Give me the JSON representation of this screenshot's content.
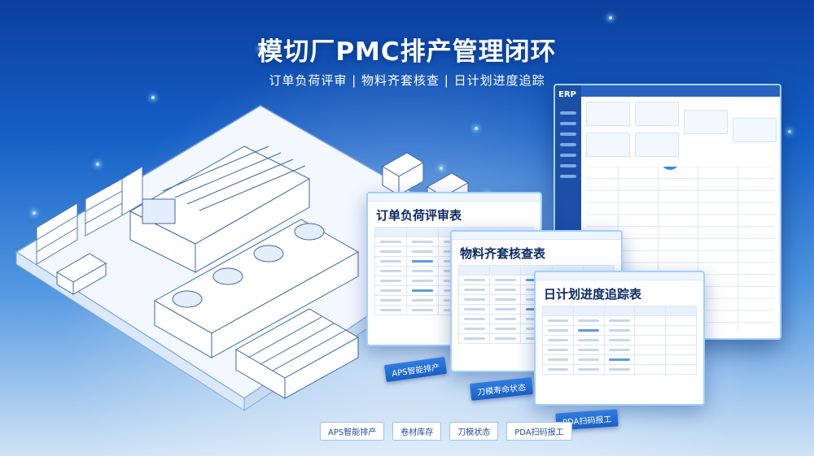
{
  "title": "模切厂PMC排产管理闭环",
  "subtitle": "订单负荷评审 | 物料齐套核查 | 日计划进度追踪",
  "erp": {
    "brand": "ERP"
  },
  "panels": [
    {
      "title": "订单负荷评审表"
    },
    {
      "title": "物料齐套核查表"
    },
    {
      "title": "日计划进度追踪表"
    }
  ],
  "float_tags": [
    "APS智能排产",
    "刀模寿命状态",
    "PDA扫码报工"
  ],
  "bottom_tags": [
    "APS智能排产",
    "卷材库存",
    "刀模状态",
    "PDA扫码报工"
  ],
  "colors": {
    "accent": "#1a5fc4",
    "panel_border": "#9fd0ff",
    "title": "#ffffff"
  }
}
